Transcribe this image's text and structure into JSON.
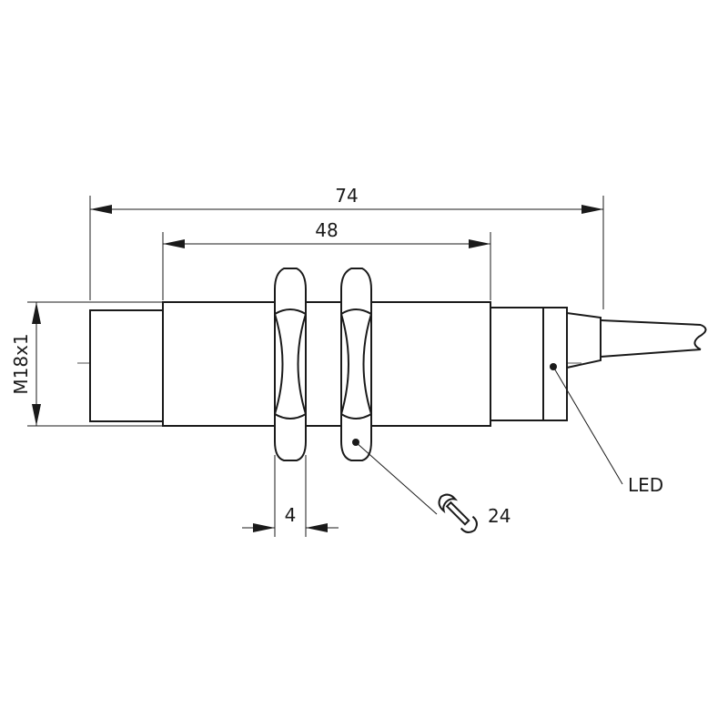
{
  "dimensions": {
    "overall_length": "74",
    "thread_length": "48",
    "thread_size": "M18x1",
    "nut_thickness": "4"
  },
  "callouts": {
    "wrench_size": "24",
    "led": "LED"
  },
  "icons": {
    "wrench": "wrench-icon"
  }
}
